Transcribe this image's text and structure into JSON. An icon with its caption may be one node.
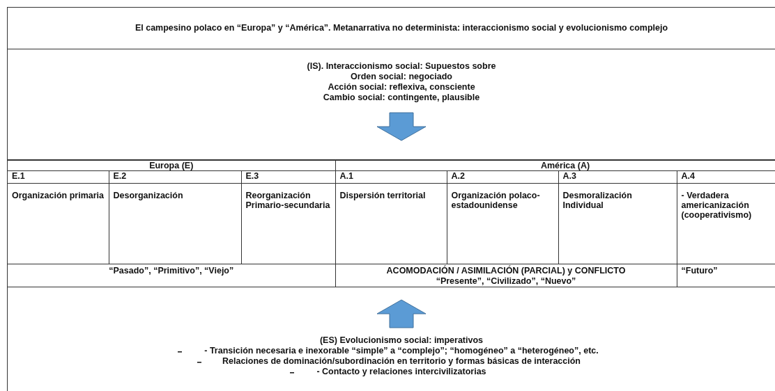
{
  "diagram": {
    "title": "El campesino polaco en “Europa” y “América”. Metanarrativa no determinista: interaccionismo social y evolucionismo complejo",
    "labels": [
      "(IS). Interaccionismo social: Supuestos sobre",
      "Orden social: negociado",
      "Acción social: reflexiva, consciente",
      "Cambio social: contingente, plausible",
      "Europa (E)",
      "América (A)",
      "E.1",
      "E.2",
      "E.3",
      "A.1",
      "A.2",
      "A.3",
      "A.4",
      "Organización primaria",
      "Desorganización",
      "Reorganización Primario-secundaria",
      "Dispersión territorial",
      "Organización polaco-estadounidense",
      "Desmoralización Individual",
      "- Verdadera americanización (cooperativismo)",
      "“Pasado”, “Primitivo”, “Viejo”",
      "ACOMODACIÓN / ASIMILACIÓN (PARCIAL) y CONFLICTO",
      "“Futuro”",
      "“Presente”, “Civilizado”, “Nuevo”",
      "(ES) Evolucionismo social: imperativos",
      "- Transición necesaria e inexorable “simple” a “complejo”; “homogéneo” a “heterogéneo”, etc.",
      "Relaciones de dominación/subordinación en territorio y formas básicas de interacción",
      "- Contacto y relaciones intercivilizatorias"
    ]
  }
}
